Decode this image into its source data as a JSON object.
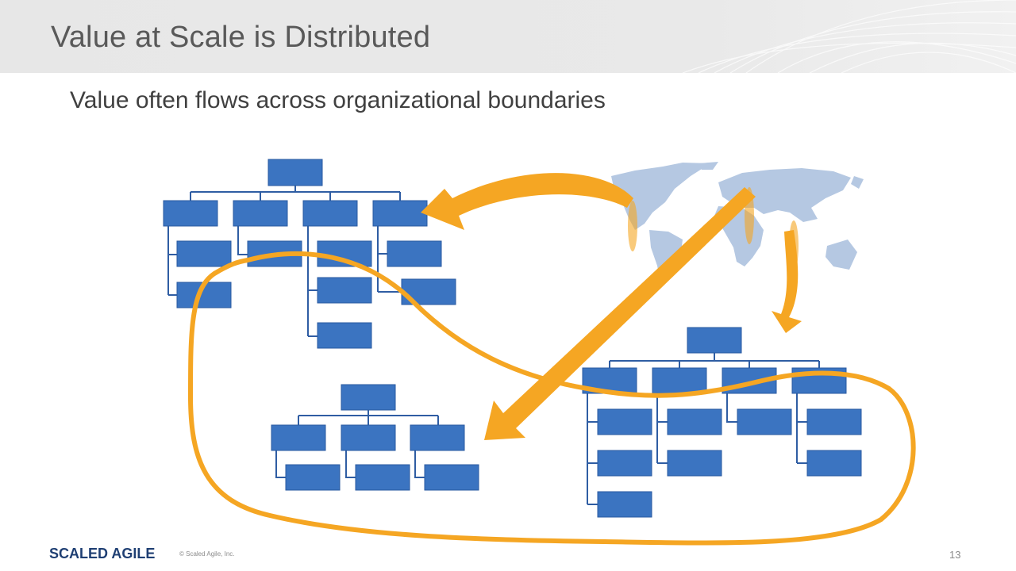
{
  "slide": {
    "title": "Value at Scale is Distributed",
    "subtitle": "Value often flows across organizational boundaries",
    "page_number": "13"
  },
  "footer": {
    "logo_text": "SCALED AGILE",
    "copyright": "© Scaled Agile, Inc."
  },
  "colors": {
    "box_fill": "#3b74c1",
    "box_stroke": "#2a5aa0",
    "connector": "#2f5da3",
    "flow_arrow": "#f5a623",
    "map": "#b5c8e2",
    "header_bg": "#e8e8e8"
  },
  "diagram": {
    "org_charts": [
      "org-chart-top-left",
      "org-chart-bottom-center",
      "org-chart-right"
    ],
    "icons": [
      "world-map-icon",
      "flow-arrow-icon",
      "value-stream-loop-icon"
    ]
  }
}
